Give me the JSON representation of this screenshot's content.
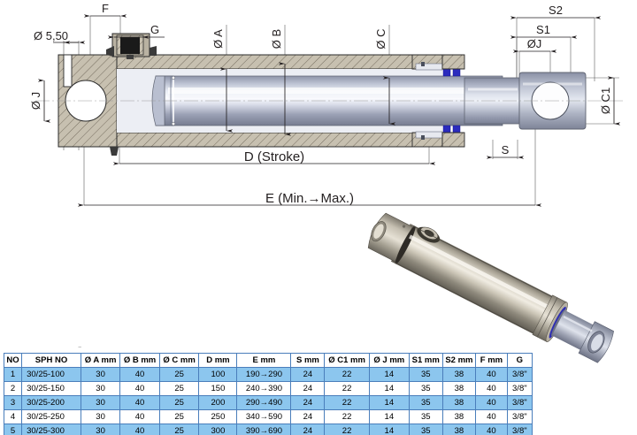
{
  "drawing": {
    "title": "hydraulic-cylinder-cross-section",
    "dimensions": {
      "hole_dia": "Ø 5,50",
      "f": "F",
      "g": "G",
      "dia_j_left": "Ø J",
      "dia_a": "Ø A",
      "dia_b": "Ø B",
      "dia_c": "Ø C",
      "s2": "S2",
      "s1": "S1",
      "dia_j_right": "ØJ",
      "dia_c1": "Ø C1",
      "s": "S",
      "d_stroke": "D (Stroke)",
      "e_min_max": "E (Min.→Max.)"
    },
    "colors": {
      "cast_body": "#c3bcab",
      "rod_steel": "#b3b8c8",
      "seal_blue": "#2b2bbe",
      "dim_line": "#231f20",
      "render_metal": "#b6b0a4"
    }
  },
  "table": {
    "headers": [
      "NO",
      "SPH NO",
      "Ø A mm",
      "Ø B mm",
      "Ø C mm",
      "D mm",
      "E mm",
      "S mm",
      "Ø C1 mm",
      "Ø J mm",
      "S1 mm",
      "S2 mm",
      "F mm",
      "G"
    ],
    "rows": [
      {
        "no": "1",
        "sph_no": "30/25-100",
        "dia_a": "30",
        "dia_b": "40",
        "dia_c": "25",
        "d": "100",
        "e": "190→290",
        "s": "24",
        "dia_c1": "22",
        "dia_j": "14",
        "s1": "35",
        "s2": "38",
        "f": "40",
        "g": "3/8\""
      },
      {
        "no": "2",
        "sph_no": "30/25-150",
        "dia_a": "30",
        "dia_b": "40",
        "dia_c": "25",
        "d": "150",
        "e": "240→390",
        "s": "24",
        "dia_c1": "22",
        "dia_j": "14",
        "s1": "35",
        "s2": "38",
        "f": "40",
        "g": "3/8\""
      },
      {
        "no": "3",
        "sph_no": "30/25-200",
        "dia_a": "30",
        "dia_b": "40",
        "dia_c": "25",
        "d": "200",
        "e": "290→490",
        "s": "24",
        "dia_c1": "22",
        "dia_j": "14",
        "s1": "35",
        "s2": "38",
        "f": "40",
        "g": "3/8\""
      },
      {
        "no": "4",
        "sph_no": "30/25-250",
        "dia_a": "30",
        "dia_b": "40",
        "dia_c": "25",
        "d": "250",
        "e": "340→590",
        "s": "24",
        "dia_c1": "22",
        "dia_j": "14",
        "s1": "35",
        "s2": "38",
        "f": "40",
        "g": "3/8\""
      },
      {
        "no": "5",
        "sph_no": "30/25-300",
        "dia_a": "30",
        "dia_b": "40",
        "dia_c": "25",
        "d": "300",
        "e": "390→690",
        "s": "24",
        "dia_c1": "22",
        "dia_j": "14",
        "s1": "35",
        "s2": "38",
        "f": "40",
        "g": "3/8\""
      }
    ],
    "style": {
      "highlight_color": "#8cc6ee",
      "border_color": "#4a7ebb"
    }
  }
}
